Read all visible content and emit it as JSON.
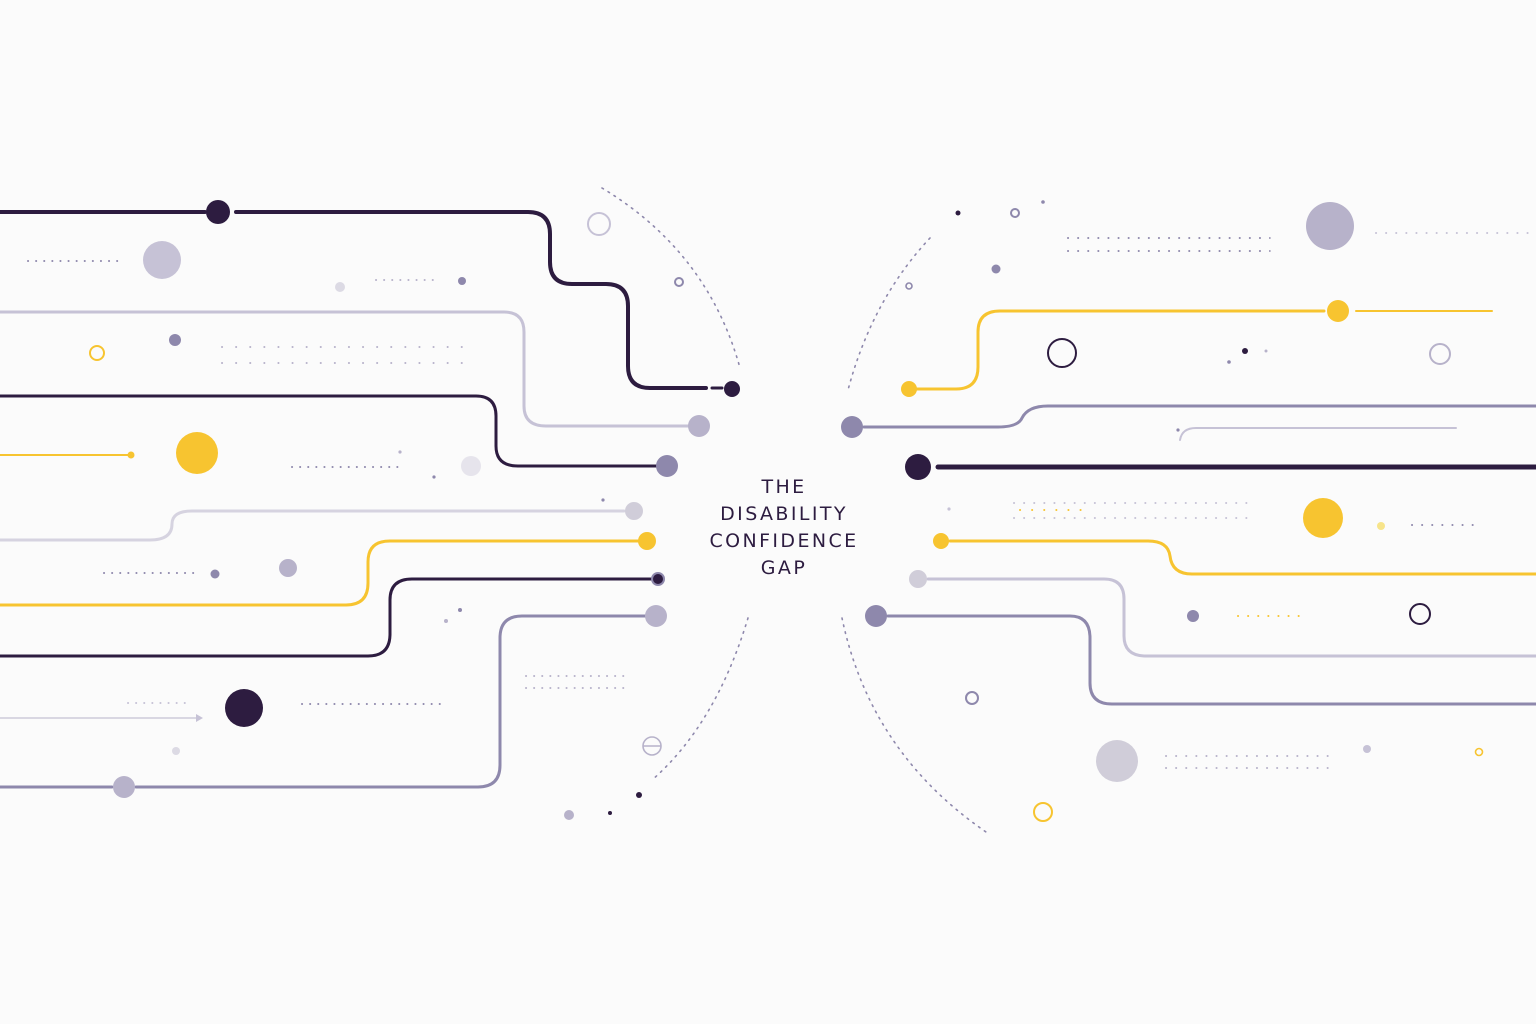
{
  "headline": {
    "line1": "THE",
    "line2": "DISABILITY",
    "line3": "CONFIDENCE",
    "line4": "GAP"
  },
  "colors": {
    "background": "#fbfbfb",
    "dark_purple": "#2d1c40",
    "mid_purple": "#8e88ac",
    "light_purple": "#c6c2d6",
    "pale_gray": "#dcdae4",
    "yellow": "#f7c430"
  }
}
